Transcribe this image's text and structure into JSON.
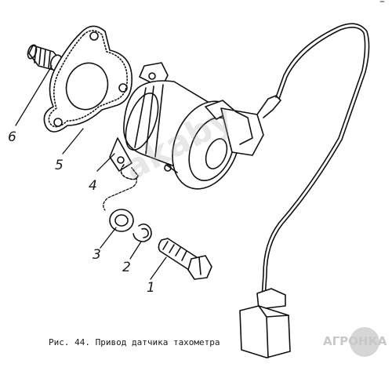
{
  "caption": "Рис. 44. Привод датчика тахометра",
  "corner_mark": "–",
  "watermark": "akaby",
  "logo": {
    "text": "АГРОНКА"
  },
  "parts": [
    {
      "number": "1"
    },
    {
      "number": "2"
    },
    {
      "number": "3"
    },
    {
      "number": "4"
    },
    {
      "number": "5"
    },
    {
      "number": "6"
    }
  ]
}
